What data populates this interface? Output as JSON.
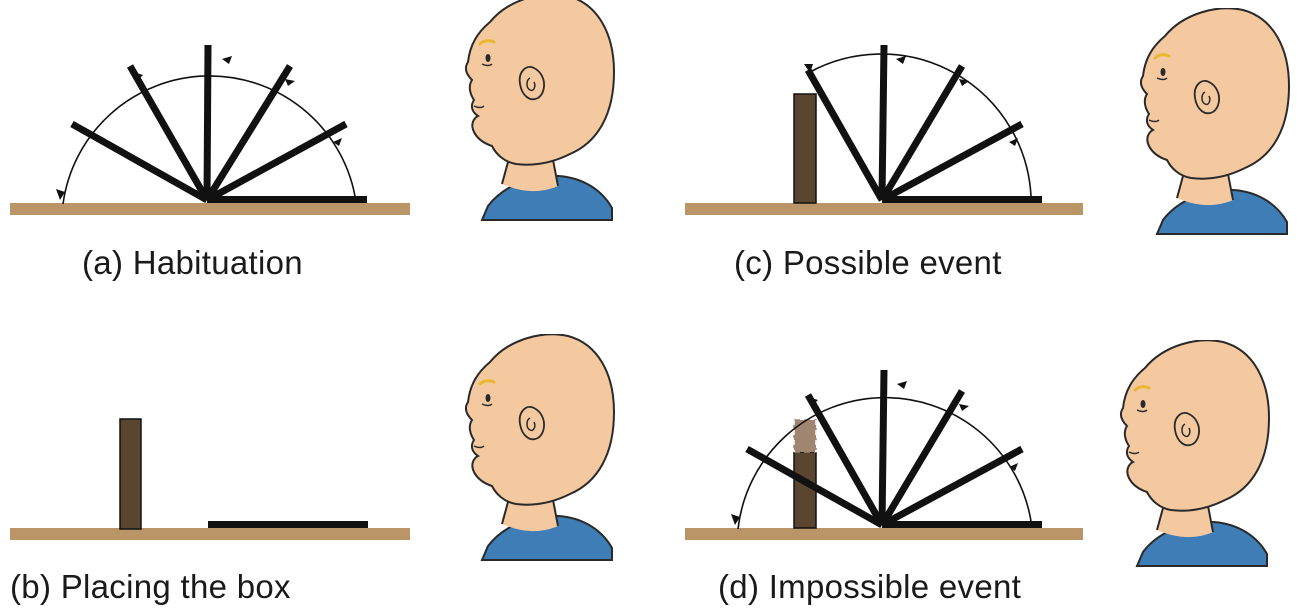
{
  "panels": [
    {
      "id": "a",
      "caption": "(a) Habituation"
    },
    {
      "id": "b",
      "caption": "(b) Placing the box"
    },
    {
      "id": "c",
      "caption": "(c) Possible event"
    },
    {
      "id": "d",
      "caption": "(d) Impossible event"
    }
  ],
  "colors": {
    "floor": "#b99568",
    "board": "#111111",
    "box": "#5a4530",
    "box_ghost": "#a08570",
    "skin": "#f5c9a0",
    "shirt": "#3e7db5",
    "eyebrow": "#e8b830",
    "outline": "#2a2a2a"
  }
}
